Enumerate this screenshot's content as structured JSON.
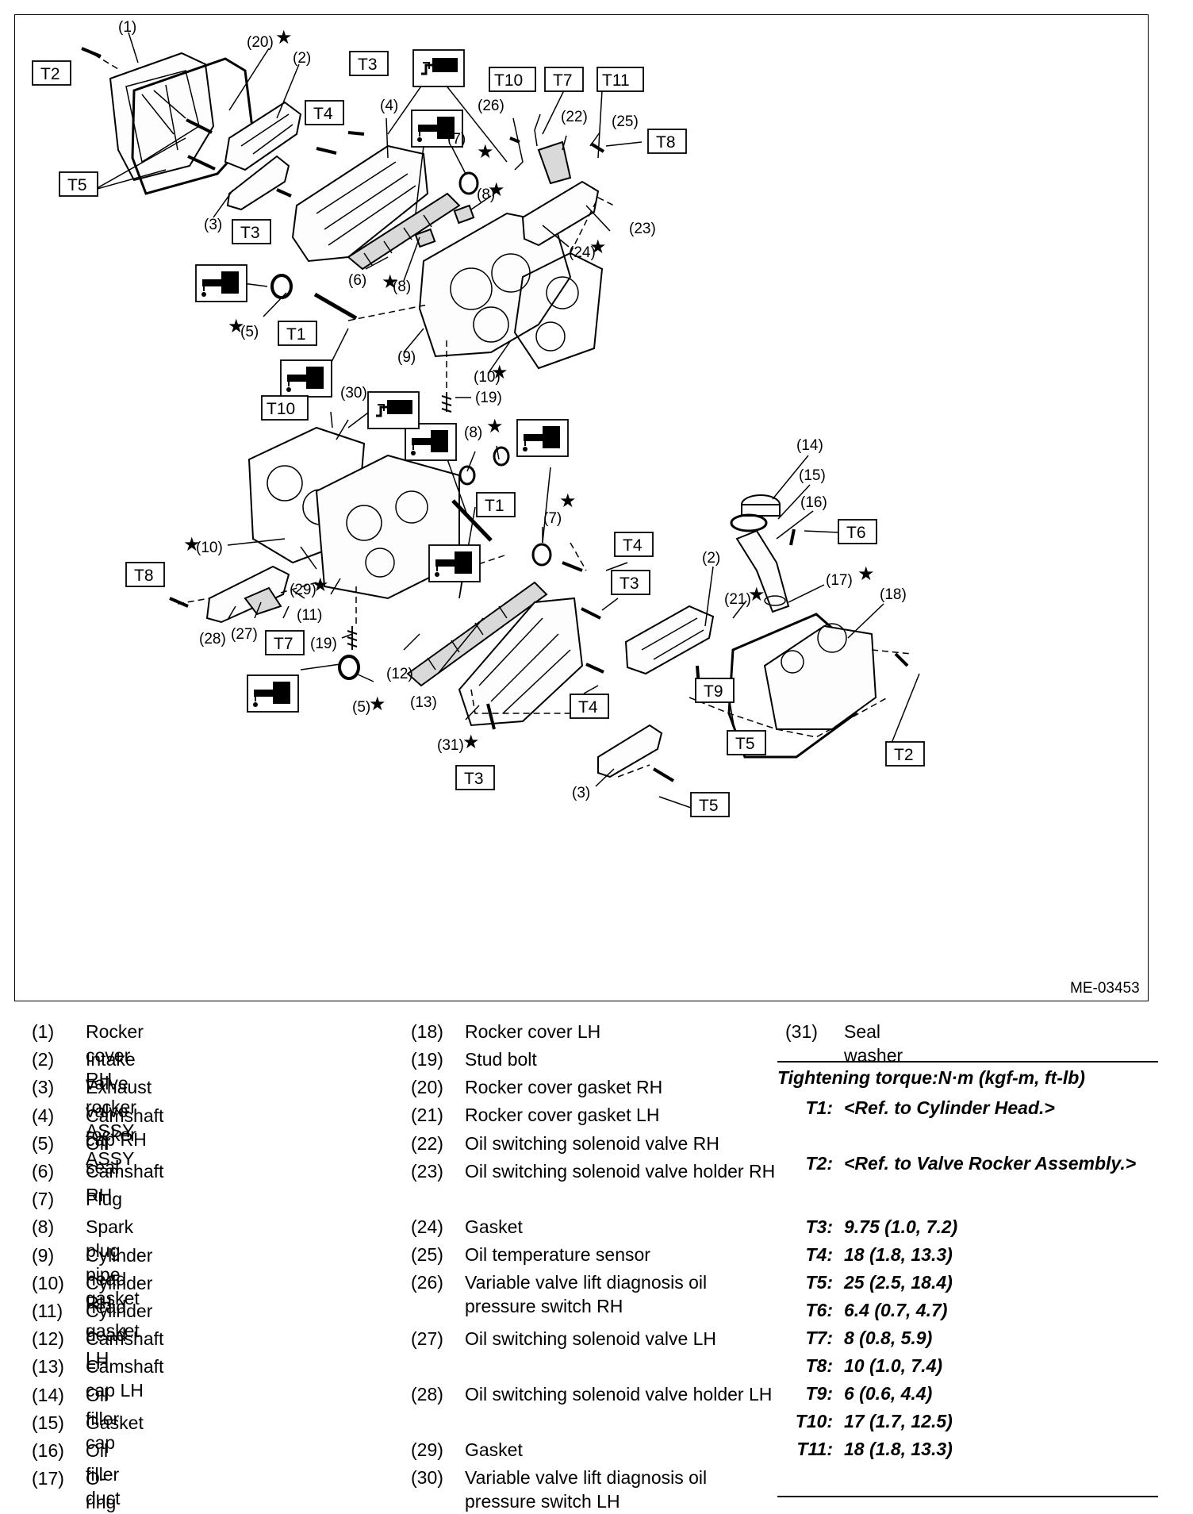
{
  "diagram": {
    "code": "ME-03453",
    "callouts": {
      "c1": "(1)",
      "c2a": "(2)",
      "c2b": "(2)",
      "c3a": "(3)",
      "c3b": "(3)",
      "c4": "(4)",
      "c5a": "(5)",
      "c5b": "(5)",
      "c6": "(6)",
      "c7a": "(7)",
      "c7b": "(7)",
      "c8a": "(8)",
      "c8b": "(8)",
      "c8c": "(8)",
      "c9": "(9)",
      "c10a": "(10)",
      "c10b": "(10)",
      "c11": "(11)",
      "c12": "(12)",
      "c13": "(13)",
      "c14": "(14)",
      "c15": "(15)",
      "c16": "(16)",
      "c17": "(17)",
      "c18": "(18)",
      "c19a": "(19)",
      "c19b": "(19)",
      "c20": "(20)",
      "c21": "(21)",
      "c22": "(22)",
      "c23": "(23)",
      "c24": "(24)",
      "c25": "(25)",
      "c26": "(26)",
      "c27": "(27)",
      "c28": "(28)",
      "c29": "(29)",
      "c30": "(30)",
      "c31": "(31)"
    },
    "boxes": {
      "b1": "T2",
      "b2": "T3",
      "b3": "T4",
      "b4": "T5",
      "b5": "T3",
      "b6": "T10",
      "b7": "T7",
      "b8": "T11",
      "b9": "T8",
      "b10": "T1",
      "b11": "T10",
      "b12": "T1",
      "b13": "T4",
      "b14": "T3",
      "b15": "T8",
      "b16": "T7",
      "b17": "T4",
      "b18": "T3",
      "b19": "T9",
      "b20": "T5",
      "b21": "T6",
      "b22": "T2",
      "b23": "T5"
    },
    "symbols": {
      "star": "★",
      "oil_icon": "oil-can-icon",
      "sealant_icon": "sealant-tube-icon"
    }
  },
  "legend": {
    "col1": [
      {
        "num": "(1)",
        "name": "Rocker cover RH"
      },
      {
        "num": "(2)",
        "name": "Intake valve rocker ASSY"
      },
      {
        "num": "(3)",
        "name": "Exhaust valve rocker ASSY"
      },
      {
        "num": "(4)",
        "name": "Camshaft cap RH"
      },
      {
        "num": "(5)",
        "name": "Oil seal"
      },
      {
        "num": "(6)",
        "name": "Camshaft RH"
      },
      {
        "num": "(7)",
        "name": "Plug"
      },
      {
        "num": "(8)",
        "name": "Spark plug pipe gasket"
      },
      {
        "num": "(9)",
        "name": "Cylinder head RH"
      },
      {
        "num": "(10)",
        "name": "Cylinder head gasket"
      },
      {
        "num": "(11)",
        "name": "Cylinder head LH"
      },
      {
        "num": "(12)",
        "name": "Camshaft LH"
      },
      {
        "num": "(13)",
        "name": "Camshaft cap LH"
      },
      {
        "num": "(14)",
        "name": "Oil filler cap"
      },
      {
        "num": "(15)",
        "name": "Gasket"
      },
      {
        "num": "(16)",
        "name": "Oil filler duct"
      },
      {
        "num": "(17)",
        "name": "O-ring"
      }
    ],
    "col2": [
      {
        "num": "(18)",
        "name": "Rocker cover LH"
      },
      {
        "num": "(19)",
        "name": "Stud bolt"
      },
      {
        "num": "(20)",
        "name": "Rocker cover gasket RH"
      },
      {
        "num": "(21)",
        "name": "Rocker cover gasket LH"
      },
      {
        "num": "(22)",
        "name": "Oil switching solenoid valve RH"
      },
      {
        "num": "(23)",
        "name": "Oil switching solenoid valve holder RH"
      },
      {
        "num": "(24)",
        "name": "Gasket"
      },
      {
        "num": "(25)",
        "name": "Oil temperature sensor"
      },
      {
        "num": "(26)",
        "name": "Variable valve lift diagnosis oil pressure switch RH"
      },
      {
        "num": "(27)",
        "name": "Oil switching solenoid valve LH"
      },
      {
        "num": "(28)",
        "name": "Oil switching solenoid valve holder LH"
      },
      {
        "num": "(29)",
        "name": "Gasket"
      },
      {
        "num": "(30)",
        "name": "Variable valve lift diagnosis oil pressure switch LH"
      }
    ],
    "col3": [
      {
        "num": "(31)",
        "name": "Seal washer"
      }
    ],
    "torque": {
      "title": "Tightening torque:N·m (kgf-m, ft-lb)",
      "rows": [
        {
          "code": "T1:",
          "value": "<Ref. to Cylinder Head.>"
        },
        {
          "code": "T2:",
          "value": "<Ref. to Valve Rocker Assembly.>"
        },
        {
          "code": "T3:",
          "value": "9.75 (1.0, 7.2)"
        },
        {
          "code": "T4:",
          "value": "18 (1.8, 13.3)"
        },
        {
          "code": "T5:",
          "value": "25 (2.5, 18.4)"
        },
        {
          "code": "T6:",
          "value": "6.4 (0.7, 4.7)"
        },
        {
          "code": "T7:",
          "value": "8 (0.8, 5.9)"
        },
        {
          "code": "T8:",
          "value": "10 (1.0, 7.4)"
        },
        {
          "code": "T9:",
          "value": "6 (0.6, 4.4)"
        },
        {
          "code": "T10:",
          "value": "17 (1.7, 12.5)"
        },
        {
          "code": "T11:",
          "value": "18 (1.8, 13.3)"
        }
      ]
    }
  }
}
